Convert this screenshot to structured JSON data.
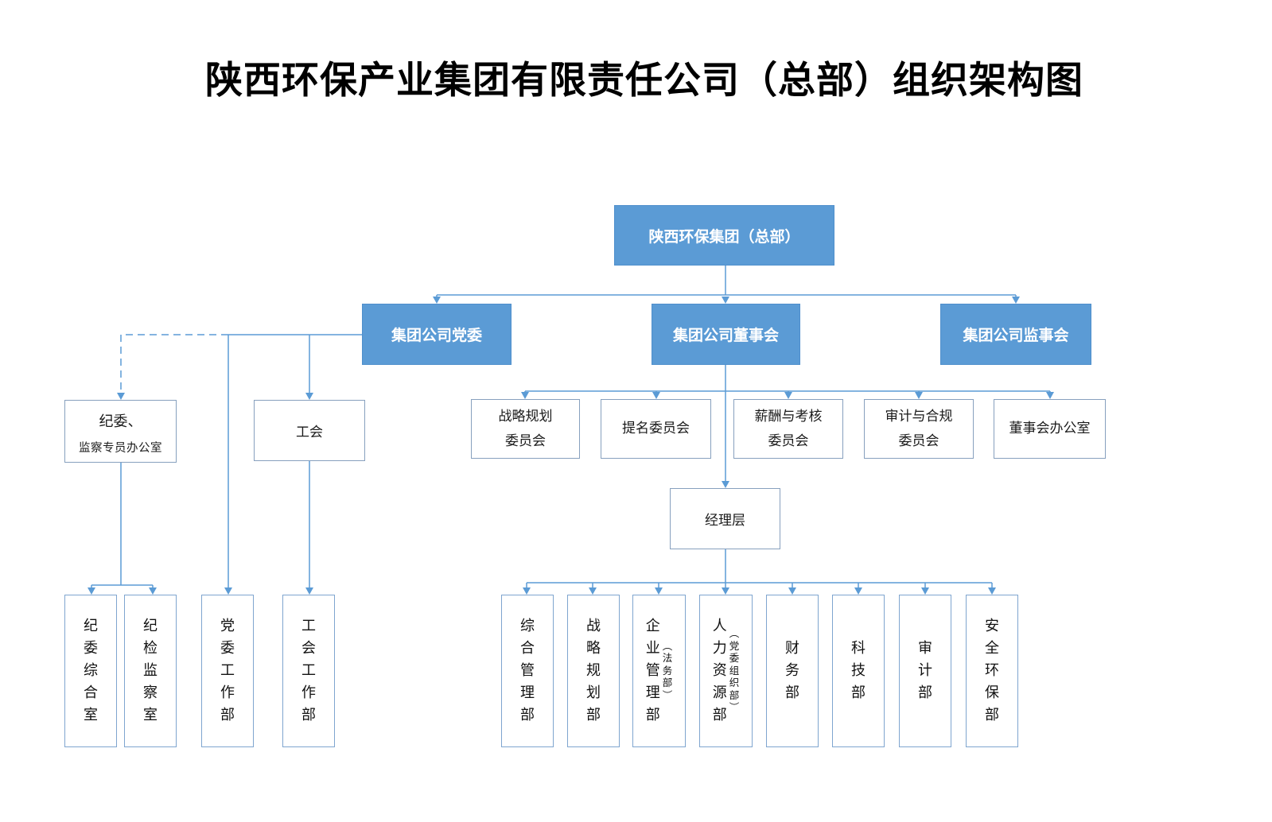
{
  "title": "陕西环保产业集团有限责任公司（总部）组织架构图",
  "colors": {
    "node_blue": "#5B9BD5",
    "connector_blue": "#5B9BD5",
    "white_box_border": "#87a0be"
  },
  "root": {
    "label": "陕西环保集团（总部）"
  },
  "level2": {
    "party": {
      "label": "集团公司党委"
    },
    "board": {
      "label": "集团公司董事会"
    },
    "supervisory": {
      "label": "集团公司监事会"
    }
  },
  "board_committees": [
    {
      "label_lines": [
        "战略规划",
        "委员会"
      ]
    },
    {
      "label_lines": [
        "提名委员会"
      ]
    },
    {
      "label_lines": [
        "薪酬与考核",
        "委员会"
      ]
    },
    {
      "label_lines": [
        "审计与合规",
        "委员会"
      ]
    },
    {
      "label_lines": [
        "董事会办公室"
      ]
    }
  ],
  "management": {
    "label": "经理层"
  },
  "party_children": {
    "jiwei": {
      "line1": "纪委、",
      "line2": "监察专员办公室"
    },
    "gonghui": {
      "label": "工会"
    }
  },
  "left_departments": [
    {
      "label": "纪委综合室"
    },
    {
      "label": "纪检监察室"
    },
    {
      "label": "党委工作部"
    },
    {
      "label": "工会工作部"
    }
  ],
  "departments": [
    {
      "label": "综合管理部"
    },
    {
      "label": "战略规划部"
    },
    {
      "label": "企业管理部",
      "sub": "（法务部）"
    },
    {
      "label": "人力资源部",
      "sub": "（党委组织部）"
    },
    {
      "label": "财务部"
    },
    {
      "label": "科技部"
    },
    {
      "label": "审计部"
    },
    {
      "label": "安全环保部"
    }
  ]
}
